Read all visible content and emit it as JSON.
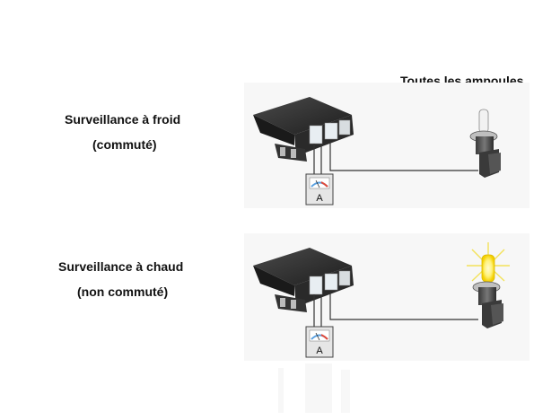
{
  "header": {
    "all_bulbs": "Toutes les ampoules"
  },
  "cold": {
    "title": "Surveillance à froid",
    "subtitle": "(commuté)",
    "bulb_lit": false
  },
  "hot": {
    "title": "Surveillance à chaud",
    "subtitle": "(non commuté)",
    "bulb_lit": true
  },
  "meter_symbol": "A",
  "colors": {
    "module": "#2b2b2b",
    "wire": "#333333",
    "bulb_glow": "#fff27a",
    "panel": "#f7f7f7"
  }
}
